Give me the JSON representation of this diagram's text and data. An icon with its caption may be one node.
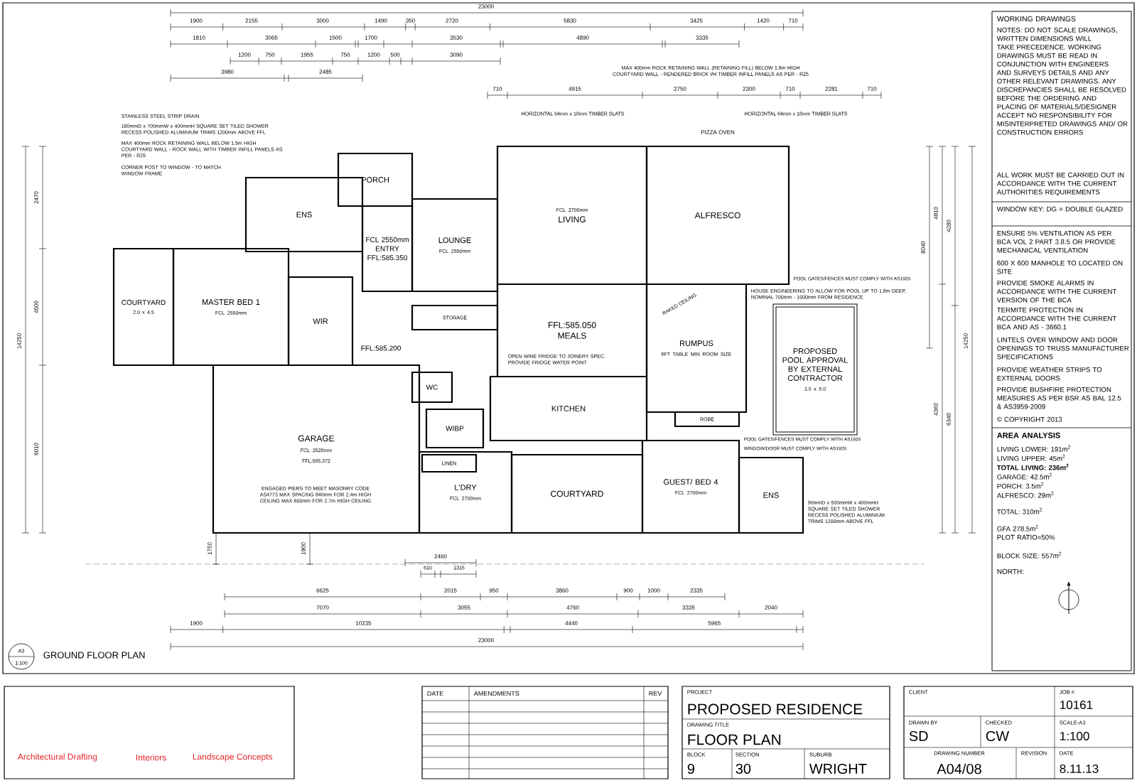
{
  "diagram": {
    "nodes": [
      {
        "text": [
          "PORCH"
        ]
      },
      {
        "text": [
          "ENS"
        ]
      },
      {
        "text": [
          "FCL 2550mm",
          "ENTRY",
          "FFL:585.350"
        ]
      },
      {
        "text": [
          "LOUNGE",
          "FCL 2550mm"
        ]
      },
      {
        "text": [
          "COURTYARD",
          "2.0 x 4.5"
        ]
      },
      {
        "text": [
          "MASTER BED 1",
          "FCL 2550mm"
        ]
      },
      {
        "text": [
          "WIR"
        ]
      },
      {
        "text": [
          "FCL 2700mm",
          "LIVING"
        ]
      },
      {
        "text": [
          "ALFRESCO"
        ]
      },
      {
        "text": [
          "FFL:585.050",
          "MEALS"
        ]
      },
      {
        "text": [
          "RUMPUS",
          "6FT TABLE MIN ROOM SIZE"
        ]
      },
      {
        "text": [
          "PROPOSED POOL APPROVAL BY EXTERNAL CONTRACTOR",
          "3.0 x 5.0"
        ]
      },
      {
        "text": [
          "STORAGE"
        ]
      },
      {
        "text": [
          "WC"
        ]
      },
      {
        "text": [
          "WIBP"
        ]
      },
      {
        "text": [
          "KITCHEN"
        ]
      },
      {
        "text": [
          "ROBE"
        ]
      },
      {
        "text": [
          "GARAGE",
          "FCL 2528mm",
          "FFL:585.372"
        ]
      },
      {
        "text": [
          "L'DRY",
          "FCL 2700mm"
        ]
      },
      {
        "text": [
          "LINEN"
        ],
        "in": 18
      },
      {
        "text": [
          "COURTYARD"
        ]
      },
      {
        "text": [
          "GUEST/ BED 4",
          "FCL 2700mm"
        ]
      },
      {
        "text": [
          "ENS"
        ]
      }
    ],
    "labels": [
      "23000",
      "1900",
      "2155",
      "3000",
      "1490",
      "350",
      "2720",
      "5830",
      "3425",
      "1420",
      "710",
      "1810",
      "3065",
      "1500",
      "1700",
      "3530",
      "4890",
      "3335",
      "1200",
      "750",
      "1955",
      "750",
      "1200",
      "500",
      "3090",
      "3980",
      "2485",
      "710",
      "4915",
      "2750",
      "2300",
      "710",
      "2281",
      "710",
      "MAX 400mm ROCK RETAINING WALL (RETAINING FILL) BELOW 1.8m HIGH COURTYARD WALL - RENDERED BRICK I/H TIMBER INFILL PANELS AS PER - R25",
      "HORIZONTAL 64mm x 18mm TIMBER SLATS",
      "HORIZONTAL 64mm x 18mm TIMBER SLATS",
      "PIZZA OVEN",
      "STAINLESS STEEL STRIP DRAIN",
      "180mmD x 700mmW x 400mmH SQUARE SET TILED SHOWER RECESS POLISHED ALUMINIUM TRIMS 1200mm ABOVE FFL",
      "MAX 400mm ROCK RETAINING WALL BELOW 1.5m HIGH COURTYARD WALL - ROCK WALL WITH TIMBER INFILL PANELS AS PER - R25",
      "CORNER POST TO WINDOW - TO MATCH WINDOW FRAME",
      "OPEN WINE FRIDGE TO JOINERY SPEC. PROVIDE FRIDGE WATER POINT",
      "RAKED CEILING",
      "HOUSE ENGINEERING TO ALLOW FOR POOL UP TO 1.8m DEEP, NOMINAL 700mm - 1000mm FROM RESIDENCE",
      "POOL GATES/FENCES MUST COMPLY WITH AS1926",
      "POOL GATES/FENCES MUST COMPLY WITH AS1926",
      "WINDOW/DOOR MUST COMPLY WITH AS1926",
      "ENGAGED PIERS TO MEET MASONRY CODE AS4773 MAX SPACING 840mm FOR 2.4m HIGH CEILING MAX 600mm FOR 2.7m HIGH CEILING",
      "90mmD x 500mmW x 400mmH SQUARE SET TILED SHOWER RECESS POLISHED ALUMINIUM TRIMS 1200mm ABOVE FFL",
      "FFL:585.200",
      "2460",
      "610",
      "1315",
      "6625",
      "2015",
      "950",
      "3860",
      "900",
      "1000",
      "2335",
      "7070",
      "3055",
      "4760",
      "3335",
      "2040",
      "1900",
      "10235",
      "4440",
      "5965",
      "23000",
      "14250",
      "2470",
      "4500",
      "6010",
      "1750",
      "1900",
      "4910",
      "4280",
      "8040",
      "4360",
      "6340",
      "14250",
      "WORKING DRAWINGS",
      "NOTES: DO NOT SCALE DRAWINGS, WRITTEN DIMENSIONS WILL TAKE PRECEDENCE. WORKING DRAWINGS MUST BE READ IN CONJUNCTION WITH ENGINEERS AND SURVEYS DETAILS AND ANY OTHER RELEVANT DRAWINGS. ANY DISCREPANCIES SHALL BE RESOLVED BEFORE THE ORDERING AND PLACING OF MATERIALS/DESIGNER ACCEPT NO RESPONSIBILITY FOR MISINTERPRETED DRAWINGS AND/ OR CONSTRUCTION ERRORS",
      "ALL WORK MUST BE CARRIED OUT IN ACCORDANCE WITH THE CURRENT AUTHORITIES REQUIREMENTS",
      "WINDOW KEY: DG = DOUBLE GLAZED",
      "ENSURE 5% VENTILATION AS PER BCA VOL 2 PART 3.8.5 OR PROVIDE MECHANICAL VENTILATION",
      "600 X 600 MANHOLE TO LOCATED ON SITE",
      "PROVIDE SMOKE ALARMS IN ACCORDANCE WITH THE CURRENT VERSION OF THE BCA",
      "TERMITE PROTECTION IN ACCORDANCE WITH THE CURRENT BCA AND AS - 3660.1",
      "LINTELS OVER WINDOW AND DOOR OPENINGS TO TRUSS MANUFACTURER SPECIFICATIONS",
      "PROVIDE WEATHER STRIPS TO EXTERNAL DOORS",
      "PROVIDE BUSHFIRE PROTECTION MEASURES AS PER BSR AS BAL 12.5 & AS3959-2009",
      "© COPYRIGHT 2013",
      "AREA ANALYSIS",
      "LIVING LOWER: 191m$^{2}$",
      "LIVING UPPER: 45m$^{2}$",
      "TOTAL LIVING: 236m$^{2}$",
      "GARAGE: 42.5m$^{2}$",
      "PORCH: 3.5m$^{2}$",
      "ALFRESCO: 29m$^{2}$",
      "TOTAL: 310m$^{2}$",
      "GFA 278.5m$^{2}$",
      "PLOT RATIO=50%",
      "BLOCK SIZE: 557m$^{2}$",
      "NORTH:",
      "A3",
      "1:100",
      "GROUND FLOOR PLAN",
      "Architectural Drafting",
      "Interiors",
      "Landscape Concepts",
      "DATE",
      "AMENDMENTS",
      "REV",
      "PROJECT",
      "PROPOSED RESIDENCE",
      "DRAWING TITLE",
      "FLOOR PLAN",
      "BLOCK",
      "9",
      "SECTION",
      "30",
      "SUBURB",
      "WRIGHT",
      "CLIENT",
      "JOB #",
      "10161",
      "DRAWN BY",
      "SD",
      "CHECKED",
      "CW",
      "SCALE-A3",
      "1:100",
      "DRAWING NUMBER",
      "A04/08",
      "REVISION",
      "DATE",
      "8.11.13"
    ]
  }
}
